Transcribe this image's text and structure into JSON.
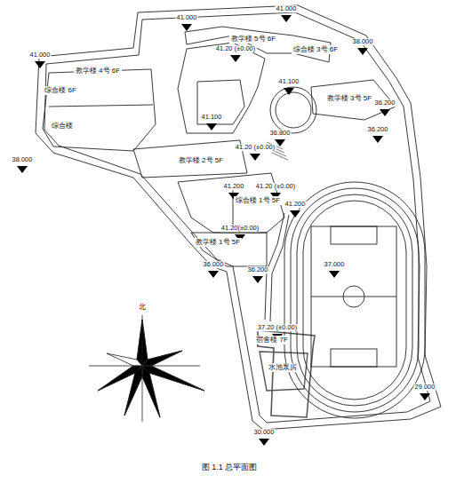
{
  "diagram": {
    "caption": "图 1.1 总平面图",
    "nodes": [
      {
        "text": [
          "教学楼 5号 6F"
        ]
      },
      {
        "text": [
          "综合楼 3号 6F"
        ]
      },
      {
        "text": [
          "教学楼 4号 6F"
        ]
      },
      {
        "text": [
          "综合楼 6F"
        ]
      },
      {
        "text": [
          "综合楼"
        ]
      },
      {
        "text": [
          "教学楼 3号 5F"
        ]
      },
      {
        "text": [
          "教学楼 2号 5F"
        ]
      },
      {
        "text": [
          "综合楼 1号 5F"
        ]
      },
      {
        "text": [
          "教学楼 1号 5F"
        ]
      },
      {
        "text": [
          "宿舍楼 7F"
        ]
      },
      {
        "text": [
          "水池泵房"
        ]
      }
    ],
    "labels": [
      "41.000",
      "41.000",
      "41.000",
      "38.000",
      "41.20 (±0.00)",
      "41.100",
      "36.800",
      "41.100",
      "36.200",
      "36.200",
      "41.20 (±0.00)",
      "38.000",
      "41.200",
      "41.20 (±0.00)",
      "41.200",
      "41.20(±0.00)",
      "36.000",
      "36.200",
      "37.000",
      "37.20 (±0.00)",
      "29.000",
      "30.000",
      "北"
    ]
  }
}
